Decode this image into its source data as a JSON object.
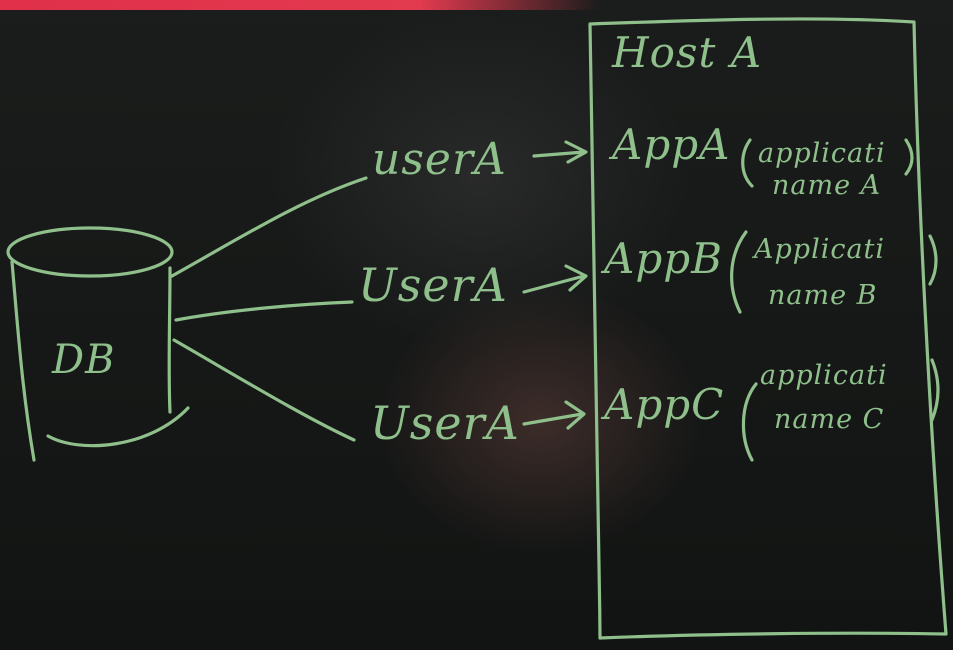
{
  "database": {
    "label": "DB"
  },
  "host": {
    "title": "Host A",
    "apps": [
      {
        "name": "AppA",
        "desc_line1": "applicati",
        "desc_line2": "name A"
      },
      {
        "name": "AppB",
        "desc_line1": "Applicati",
        "desc_line2": "name B"
      },
      {
        "name": "AppC",
        "desc_line1": "applicati",
        "desc_line2": "name C"
      }
    ]
  },
  "connections": [
    {
      "user": "userA"
    },
    {
      "user": "UserA"
    },
    {
      "user": "UserA"
    }
  ],
  "colors": {
    "board": "#161817",
    "chalk": "#8fbf8a",
    "top_edge": "#e0304a"
  }
}
